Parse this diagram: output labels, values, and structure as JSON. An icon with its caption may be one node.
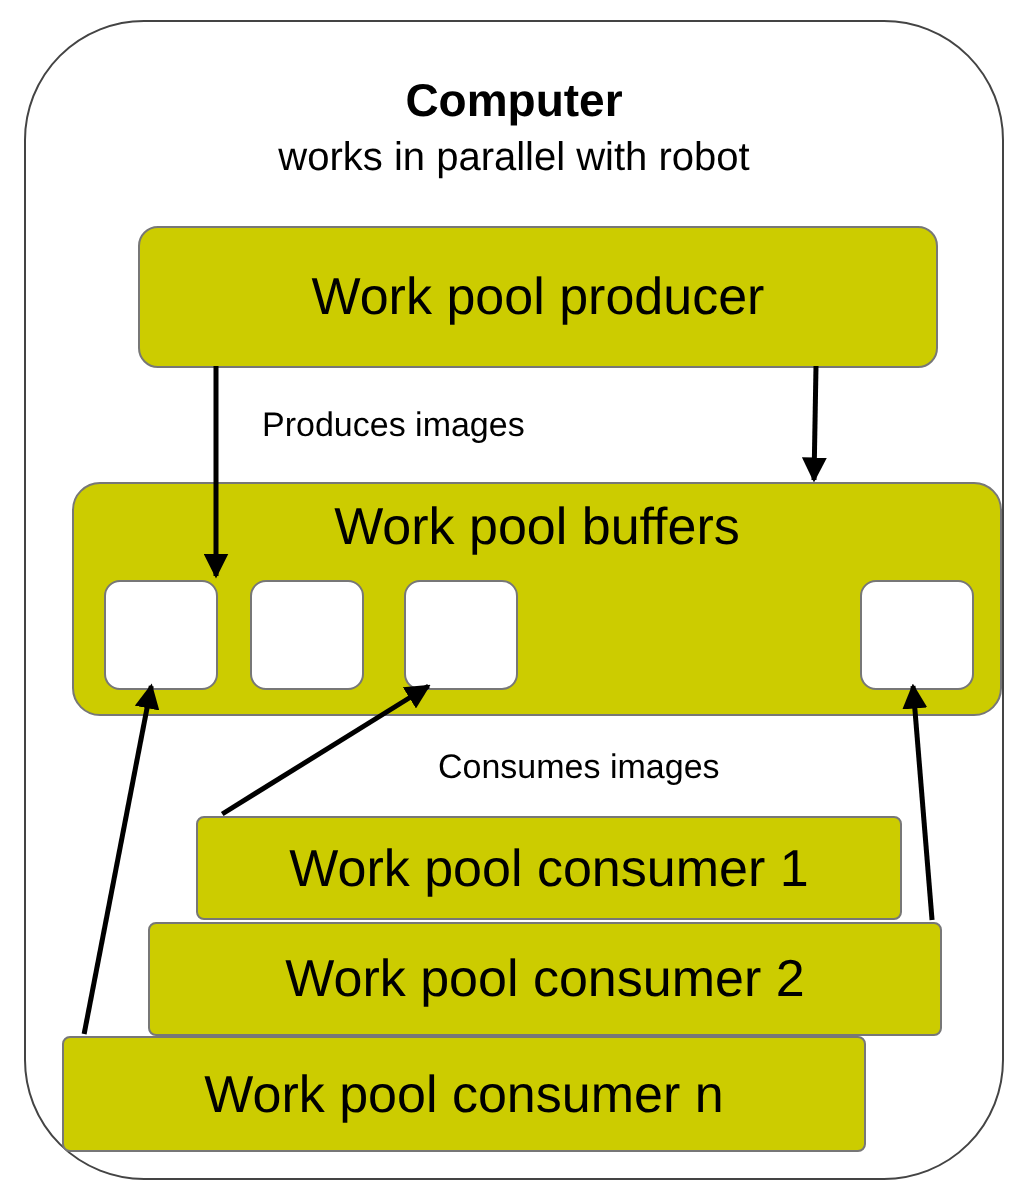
{
  "diagram": {
    "nodes": [
      {
        "text": [
          "Computer",
          "works in parallel with robot"
        ]
      },
      {
        "text": [
          "Work pool producer"
        ],
        "in": 0
      },
      {
        "text": [
          "Work pool buffers"
        ],
        "in": 0
      },
      {
        "text": [],
        "shape": "box",
        "in": 2
      },
      {
        "text": [],
        "shape": "box",
        "in": 2
      },
      {
        "text": [],
        "shape": "box",
        "in": 2
      },
      {
        "text": [],
        "shape": "box",
        "in": 2
      },
      {
        "text": [
          "Work pool consumer 1"
        ],
        "in": 0
      },
      {
        "text": [
          "Work pool consumer 2"
        ],
        "in": 0
      },
      {
        "text": [
          "Work pool consumer n"
        ],
        "in": 0
      }
    ],
    "edges": [
      {
        "from": 1,
        "to": 3,
        "arrow": "to"
      },
      {
        "from": 1,
        "to": 2,
        "arrow": "to"
      },
      {
        "from": 7,
        "to": 5,
        "arrow": "to"
      },
      {
        "from": 8,
        "to": 6,
        "arrow": "to"
      },
      {
        "from": 9,
        "to": 3,
        "arrow": "to"
      }
    ],
    "labels": [
      "Produces images",
      "Consumes images"
    ]
  }
}
